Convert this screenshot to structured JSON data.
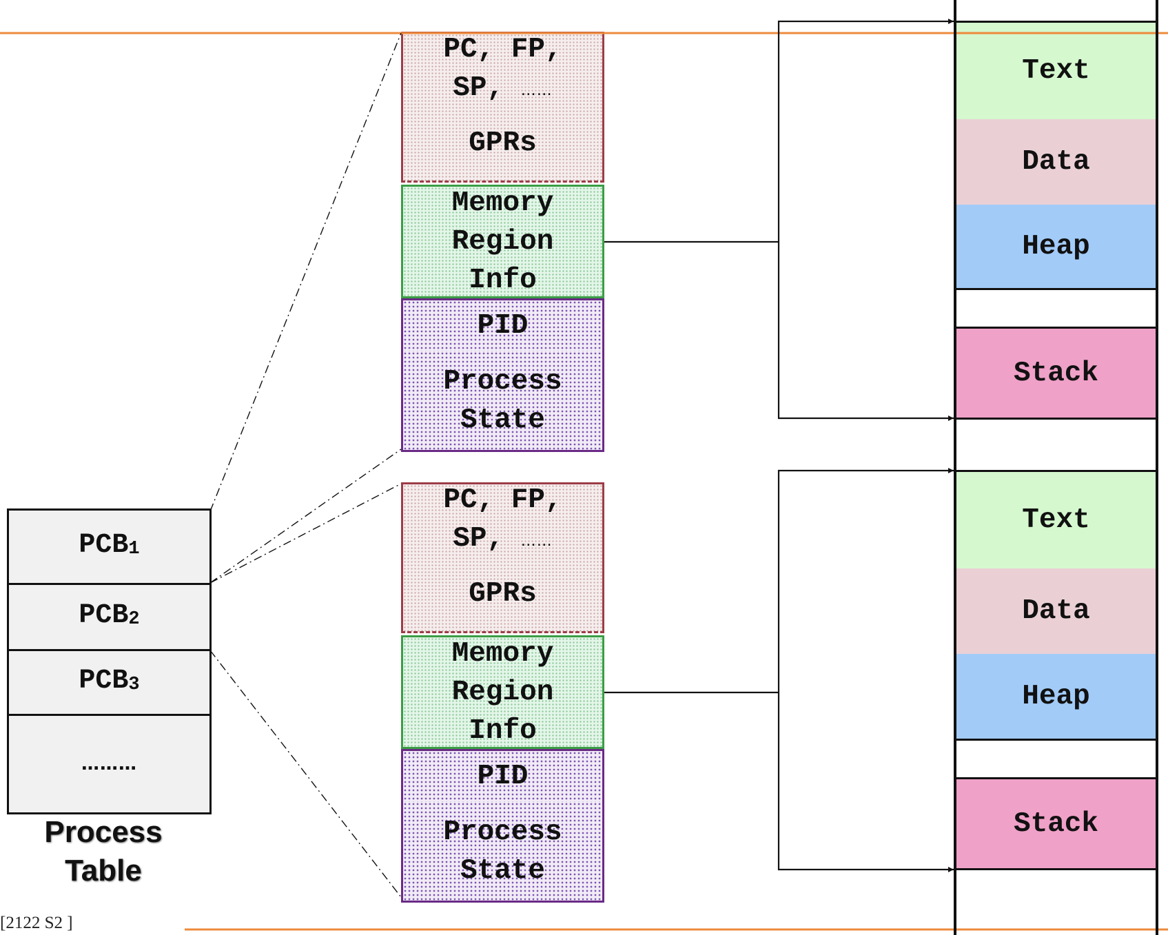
{
  "title": "",
  "slide_ref": "[2122 S2 ]",
  "colors": {
    "rule": "#ee8a3c",
    "pc_gpr_fill": "#f6eeee",
    "pc_gpr_border": "#9c3c46",
    "mem_fill": "#e4f6e9",
    "mem_border": "#3a9d44",
    "pid_fill": "#f1ebf6",
    "pid_border": "#6a2a86",
    "seg_text": "#d5f8cf",
    "seg_data": "#ead0d5",
    "seg_heap": "#a2cbf8",
    "seg_stack": "#f0a1c8",
    "pcb_fill": "#f1f1f1"
  },
  "process_table": {
    "caption": [
      "Process",
      "Table"
    ],
    "rows": [
      {
        "prefix": "PCB",
        "sub": "1"
      },
      {
        "prefix": "PCB",
        "sub": "2"
      },
      {
        "prefix": "PCB",
        "sub": "3"
      },
      {
        "prefix": "",
        "sub": "",
        "text": "………"
      }
    ]
  },
  "pcb_details": [
    {
      "pc_fp": "PC, FP,",
      "sp": "SP, ",
      "sp_dots": "……",
      "gprs": "GPRs",
      "memory": [
        "Memory",
        "Region",
        "Info"
      ],
      "pid": "PID",
      "state": [
        "Process",
        "State"
      ]
    },
    {
      "pc_fp": "PC, FP,",
      "sp": "SP, ",
      "sp_dots": "……",
      "gprs": "GPRs",
      "memory": [
        "Memory",
        "Region",
        "Info"
      ],
      "pid": "PID",
      "state": [
        "Process",
        "State"
      ]
    }
  ],
  "address_spaces": [
    {
      "segments": [
        "Text",
        "Data",
        "Heap",
        "",
        "Stack"
      ]
    },
    {
      "segments": [
        "Text",
        "Data",
        "Heap",
        "",
        "Stack"
      ]
    }
  ],
  "icons": [
    "arrow-head-icon"
  ]
}
